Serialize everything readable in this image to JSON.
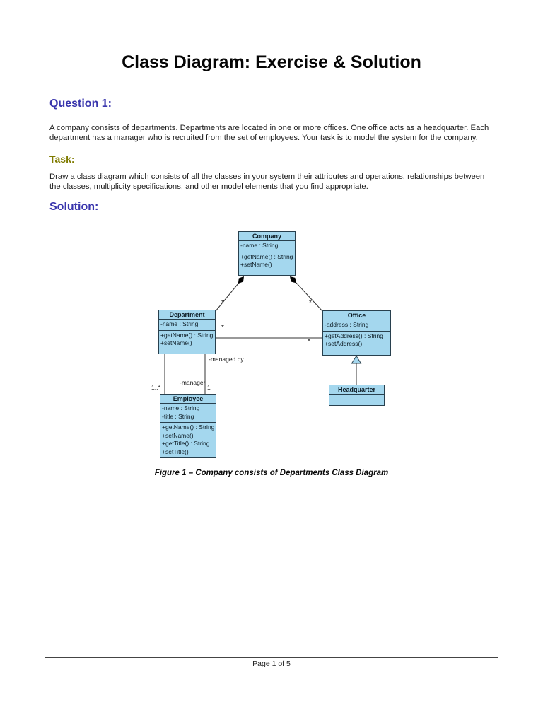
{
  "document": {
    "title": "Class Diagram: Exercise & Solution",
    "question": {
      "heading": "Question 1:",
      "body": "A company consists of departments. Departments are located in one or more offices. One office acts as a headquarter. Each department has a manager who is recruited from the set of employees. Your task is to model the system for the company."
    },
    "task": {
      "heading": "Task:",
      "body": "Draw a class diagram which consists of all the classes in your system their attributes and operations, relationships between the classes, multiplicity specifications, and other model elements that you find appropriate."
    },
    "solution": {
      "heading": "Solution:"
    },
    "figure_caption": "Figure 1 – Company consists of Departments Class Diagram",
    "footer": "Page 1 of 5"
  },
  "diagram": {
    "classes": {
      "company": {
        "name": "Company",
        "attributes": [
          "-name : String"
        ],
        "operations": [
          "+getName() : String",
          "+setName()"
        ]
      },
      "department": {
        "name": "Department",
        "attributes": [
          "-name : String"
        ],
        "operations": [
          "+getName() : String",
          "+setName()"
        ]
      },
      "office": {
        "name": "Office",
        "attributes": [
          "-address : String"
        ],
        "operations": [
          "+getAddress() : String",
          "+setAddress()"
        ]
      },
      "employee": {
        "name": "Employee",
        "attributes": [
          "-name : String",
          "-title : String"
        ],
        "operations": [
          "+getName() : String",
          "+setName()",
          "+getTitle() : String",
          "+setTitle()"
        ]
      },
      "headquarter": {
        "name": "Headquarter",
        "attributes": [],
        "operations": []
      }
    },
    "relationships": {
      "company_department": {
        "type": "composition",
        "from": "Company",
        "to": "Department"
      },
      "company_office": {
        "type": "composition",
        "from": "Company",
        "to": "Office"
      },
      "department_office": {
        "type": "association",
        "from": "Department",
        "to": "Office"
      },
      "department_employee": {
        "type": "association",
        "from": "Department",
        "to": "Employee"
      },
      "department_manager": {
        "type": "association",
        "from": "Department",
        "to": "Employee"
      },
      "headquarter_office": {
        "type": "generalization",
        "child": "Headquarter",
        "parent": "Office"
      }
    },
    "labels": {
      "managed_by": "-managed by",
      "manager": "-manager",
      "mult_emp_left": "1..*",
      "mult_emp_right": "1",
      "mult_dept_comp": "*",
      "mult_office_comp": "*",
      "mult_dept_assoc": "*",
      "mult_office_assoc": "*"
    }
  },
  "colors": {
    "heading_blue": "#3a36ad",
    "heading_olive": "#7f7b00",
    "class_fill": "#a4d7ee",
    "class_border": "#28404e",
    "diamond_fill": "#000000"
  }
}
